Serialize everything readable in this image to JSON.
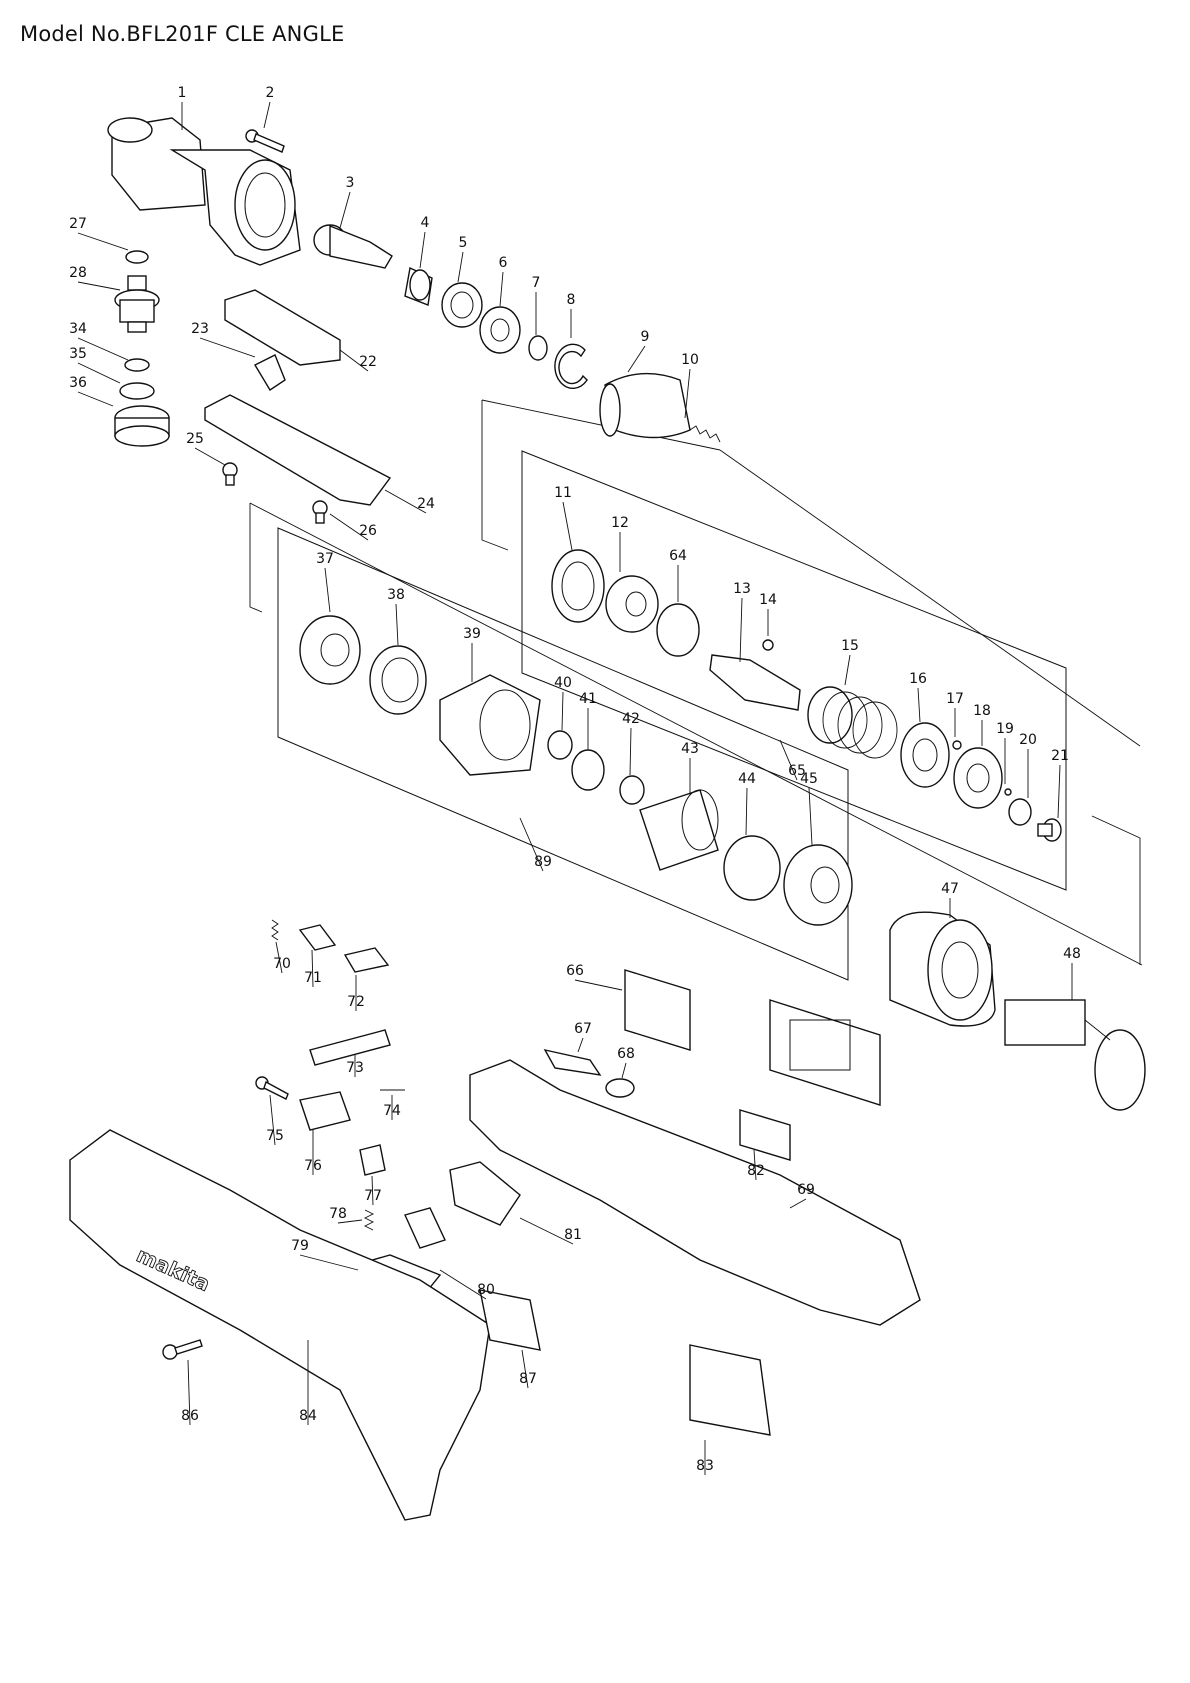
{
  "title": "Model No.BFL201F CLE ANGLE",
  "callouts": [
    "1",
    "2",
    "3",
    "4",
    "5",
    "6",
    "7",
    "8",
    "9",
    "10",
    "11",
    "12",
    "13",
    "14",
    "15",
    "16",
    "17",
    "18",
    "19",
    "20",
    "21",
    "22",
    "23",
    "24",
    "25",
    "26",
    "27",
    "28",
    "34",
    "35",
    "36",
    "37",
    "38",
    "39",
    "40",
    "41",
    "42",
    "43",
    "44",
    "45",
    "47",
    "48",
    "64",
    "65",
    "66",
    "67",
    "68",
    "69",
    "70",
    "71",
    "72",
    "73",
    "74",
    "75",
    "76",
    "77",
    "78",
    "79",
    "80",
    "81",
    "82",
    "83",
    "84",
    "86",
    "87",
    "89"
  ],
  "logo_text": "makita"
}
